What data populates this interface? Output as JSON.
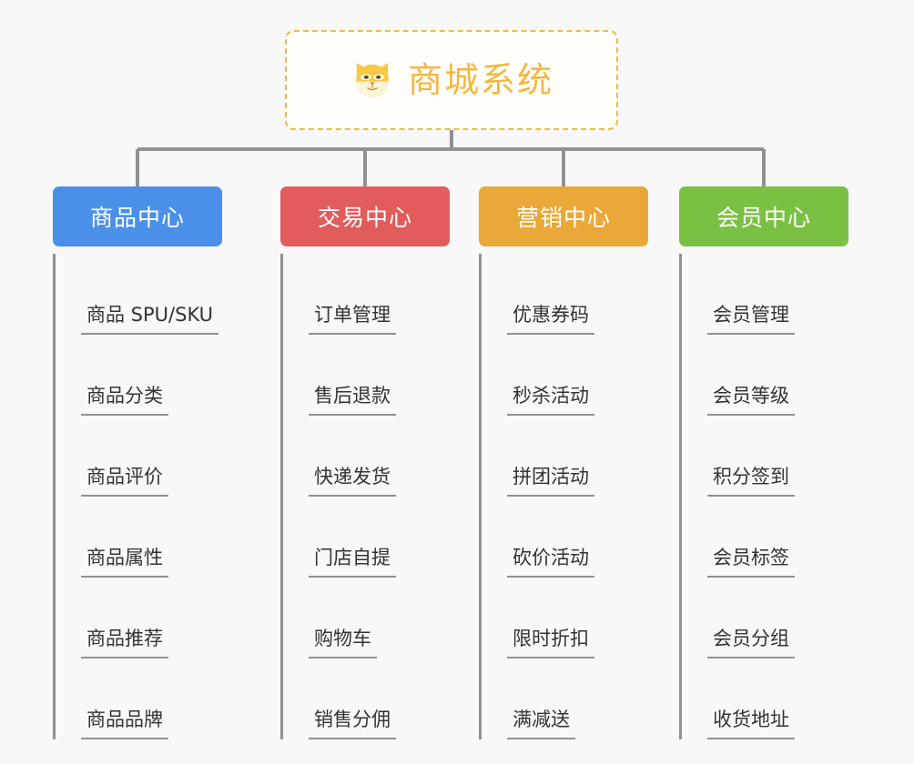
{
  "diagram": {
    "title": "商城系统",
    "root": {
      "label": "商城系统",
      "icon": "shiba-dog-face-icon",
      "border_color": "#f2b841",
      "text_color": "#f4b740",
      "border_style": "dashed"
    },
    "connector_color": "#8f9294",
    "background_color": "#f8f8f9",
    "categories": [
      {
        "label": "商品中心",
        "color": "#4a90e8",
        "items": [
          "商品 SPU/SKU",
          "商品分类",
          "商品评价",
          "商品属性",
          "商品推荐",
          "商品品牌"
        ]
      },
      {
        "label": "交易中心",
        "color": "#e25c5c",
        "items": [
          "订单管理",
          "售后退款",
          "快递发货",
          "门店自提",
          "购物车",
          "销售分佣"
        ]
      },
      {
        "label": "营销中心",
        "color": "#eaa838",
        "items": [
          "优惠券码",
          "秒杀活动",
          "拼团活动",
          "砍价活动",
          "限时折扣",
          "满减送"
        ]
      },
      {
        "label": "会员中心",
        "color": "#7ac143",
        "items": [
          "会员管理",
          "会员等级",
          "积分签到",
          "会员标签",
          "会员分组",
          "收货地址"
        ]
      }
    ]
  }
}
